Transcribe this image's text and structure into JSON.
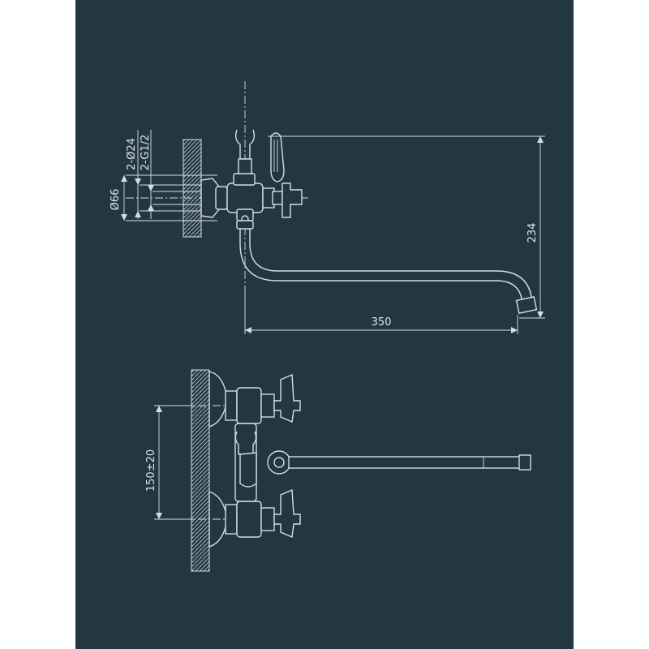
{
  "colors": {
    "background": "#233741",
    "line": "#d6dde1",
    "text": "#dfe6ea"
  },
  "dimensions": {
    "pipe_count_diameter": "2-Ø24",
    "thread": "2-G1/2",
    "flange_diameter": "Ø66",
    "height": "234",
    "spout_length": "350",
    "center_distance": "150±20"
  }
}
